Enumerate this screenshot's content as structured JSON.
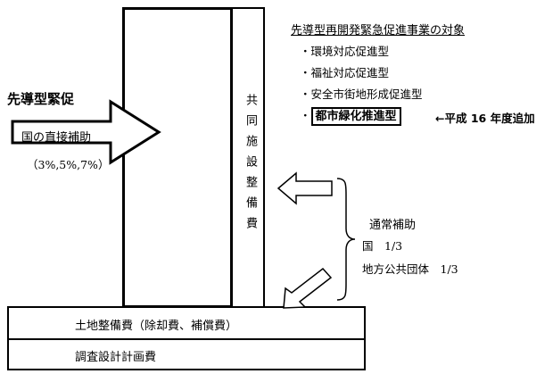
{
  "legend": {
    "title": "先導型再開発緊急促進事業の対象",
    "items": [
      {
        "bullet": "・",
        "label": "環境対応促進型"
      },
      {
        "bullet": "・",
        "label": "福祉対応促進型"
      },
      {
        "bullet": "・",
        "label": "安全市街地形成促進型"
      },
      {
        "bullet": "・",
        "label": "都市緑化推進型"
      }
    ],
    "note_arrow": "←",
    "note": "平成 16 年度追加"
  },
  "left": {
    "title": "先導型緊促",
    "arrow_label": "国の直接補助",
    "rates": "（3%,5%,7%）"
  },
  "column_label": "共同施設整備費",
  "subsidy": {
    "title": "通常補助",
    "national": "国　1/3",
    "local": "地方公共団体　1/3"
  },
  "base": {
    "top": "土地整備費（除却費、補償費）",
    "bottom": "調査設計計画費"
  }
}
